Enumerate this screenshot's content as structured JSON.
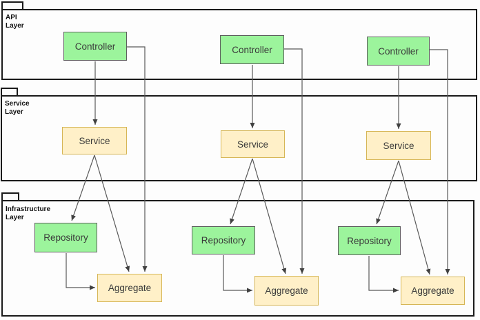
{
  "colors": {
    "green-fill": "#9cf49c",
    "green-border": "#5e5e5e",
    "yellow-fill": "#fff0c8",
    "yellow-border": "#d6b656",
    "line": "#595959",
    "arrowhead": "#404040",
    "layer-border": "#1a1a1a",
    "node-text": "#3a3a3a",
    "label-text": "#111111"
  },
  "layers": [
    {
      "id": "api",
      "label": "API\nLayer"
    },
    {
      "id": "service",
      "label": "Service\nLayer"
    },
    {
      "id": "infrastructure",
      "label": "Infrastructure\nLayer"
    }
  ],
  "node_labels": {
    "controller": "Controller",
    "service": "Service",
    "repository": "Repository",
    "aggregate": "Aggregate"
  },
  "edges": [
    {
      "from": "controller-1",
      "to": "service-1"
    },
    {
      "from": "controller-1",
      "to": "aggregate-1"
    },
    {
      "from": "service-1",
      "to": "repository-1"
    },
    {
      "from": "service-1",
      "to": "aggregate-1"
    },
    {
      "from": "repository-1",
      "to": "aggregate-1"
    },
    {
      "from": "controller-2",
      "to": "service-2"
    },
    {
      "from": "controller-2",
      "to": "aggregate-2"
    },
    {
      "from": "service-2",
      "to": "repository-2"
    },
    {
      "from": "service-2",
      "to": "aggregate-2"
    },
    {
      "from": "repository-2",
      "to": "aggregate-2"
    },
    {
      "from": "controller-3",
      "to": "service-3"
    },
    {
      "from": "controller-3",
      "to": "aggregate-3"
    },
    {
      "from": "service-3",
      "to": "repository-3"
    },
    {
      "from": "service-3",
      "to": "aggregate-3"
    },
    {
      "from": "repository-3",
      "to": "aggregate-3"
    }
  ]
}
